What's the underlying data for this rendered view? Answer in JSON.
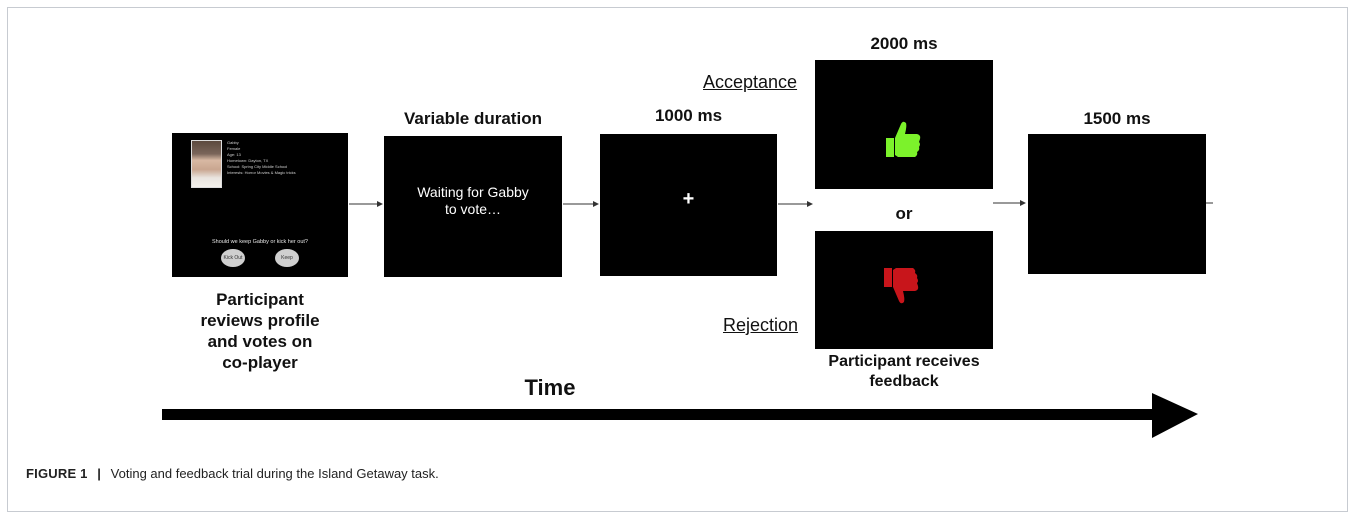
{
  "figure": {
    "caption_label": "FIGURE 1",
    "caption_sep": "|",
    "caption_text": "Voting and feedback trial during the Island Getaway task."
  },
  "profile_screen": {
    "name": "Gabby",
    "lines": [
      "Female",
      "Age: 13",
      "Hometown: Dayton, TX",
      "School: Spring City Middle School",
      "Interests: Horror Movies & Magic tricks"
    ],
    "question": "Should we keep Gabby or kick her out?",
    "kick_out_label": "Kick Out",
    "keep_label": "Keep"
  },
  "profile_caption": [
    "Participant",
    "reviews profile",
    "and votes on",
    "co-player"
  ],
  "waiting": {
    "duration_label": "Variable duration",
    "screen_text_1": "Waiting for Gabby",
    "screen_text_2": "to vote…"
  },
  "fixation": {
    "duration_label": "1000 ms",
    "symbol": "+"
  },
  "feedback": {
    "duration_label": "2000 ms",
    "acceptance_label": "Acceptance",
    "or_label": "or",
    "rejection_label": "Rejection",
    "caption_1": "Participant receives",
    "caption_2": "feedback",
    "thumbs_up_color": "#7cf22b",
    "thumbs_down_color": "#c8151b"
  },
  "blank": {
    "duration_label": "1500 ms"
  },
  "timeline": {
    "label": "Time"
  }
}
